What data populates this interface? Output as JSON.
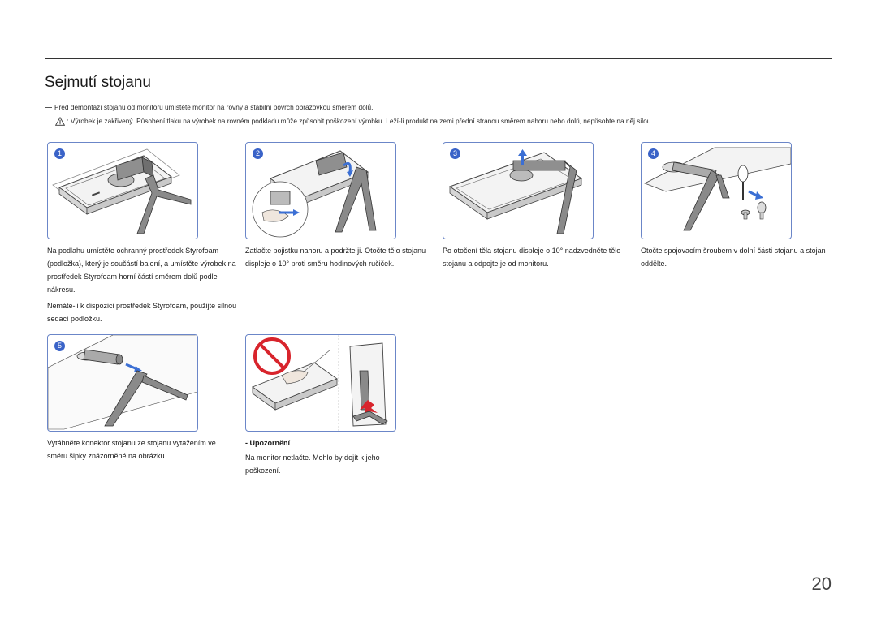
{
  "page": {
    "title": "Sejmutí stojanu",
    "note": "Před demontáží stojanu od monitoru umístěte monitor na rovný a stabilní povrch obrazovkou směrem dolů.",
    "caution": ": Výrobek je zakřivený. Působení tlaku na výrobek na rovném podkladu může způsobit poškození výrobku. Leží-li produkt na zemi přední stranou směrem nahoru nebo dolů, nepůsobte na něj silou.",
    "page_number": "20"
  },
  "steps": [
    {
      "number": "1",
      "text": "Na podlahu umístěte ochranný prostředek Styrofoam (podložka), který je součástí balení, a umístěte výrobek na prostředek Styrofoam horní částí směrem dolů podle nákresu.",
      "text2": "Nemáte-li k dispozici prostředek Styrofoam, použijte silnou sedací podložku."
    },
    {
      "number": "2",
      "text": "Zatlačte pojistku nahoru a podržte ji. Otočte tělo stojanu displeje o 10° proti směru hodinových ručiček."
    },
    {
      "number": "3",
      "text": "Po otočení těla stojanu displeje o 10° nadzvedněte tělo stojanu a odpojte je od monitoru."
    },
    {
      "number": "4",
      "text": "Otočte spojovacím šroubem v dolní části stojanu a stojan oddělte."
    },
    {
      "number": "5",
      "text": "Vytáhněte konektor stojanu ze stojanu vytažením ve směru šipky znázorněné na obrázku."
    }
  ],
  "warning": {
    "heading": "- Upozornění",
    "text": "Na monitor netlačte. Mohlo by dojít k jeho poškození."
  },
  "colors": {
    "accent": "#3a63c8",
    "frame": "#6b86c8",
    "prohibit": "#d8242c",
    "arrow": "#3b6fd4"
  }
}
